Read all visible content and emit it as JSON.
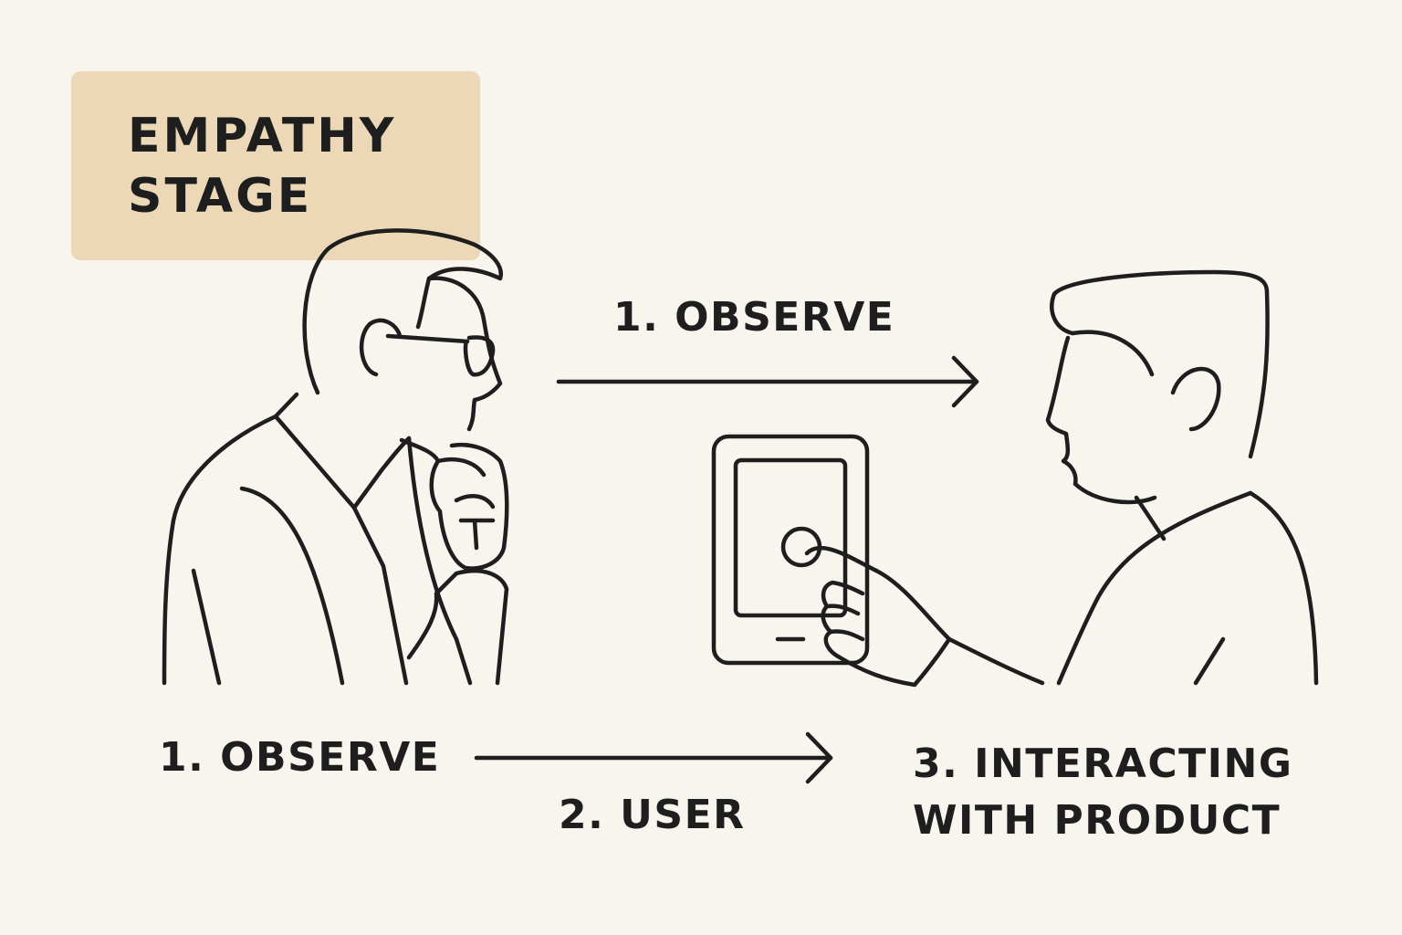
{
  "colors": {
    "background": "#f8f5ef",
    "stage_box": "#ecd8b7",
    "ink": "#1e1e1e"
  },
  "stage": {
    "line1": "EMPATHY",
    "line2": "STAGE"
  },
  "labels": {
    "top_observe": "1. OBSERVE",
    "bottom_observe": "1. OBSERVE",
    "user": "2. USER",
    "interacting_line1": "3. INTERACTING",
    "interacting_line2": "WITH PRODUCT"
  },
  "icons": {
    "observer": "thinking-man-with-glasses-icon",
    "user": "user-person-icon",
    "device": "tablet-icon",
    "hand": "pointing-hand-icon",
    "arrow": "arrow-right-icon"
  }
}
